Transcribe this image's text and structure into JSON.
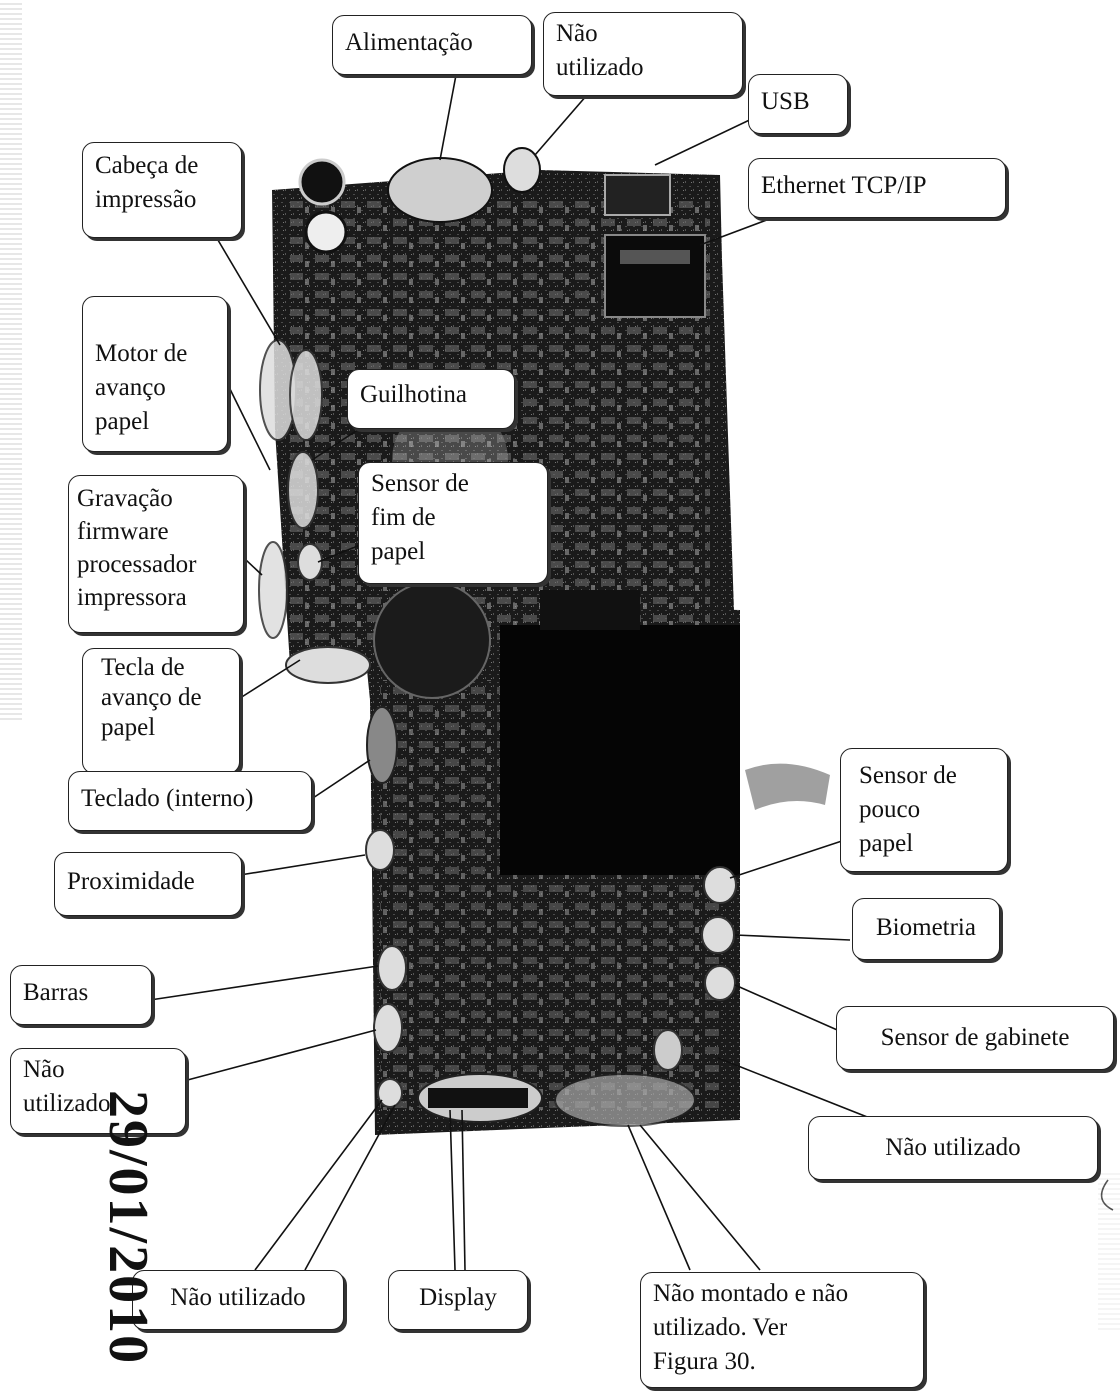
{
  "figure": {
    "date_stamp": "29/01/2010",
    "labels": {
      "alimentacao": "Alimentação",
      "nao_utilizado_top": "Não\nutilizado",
      "usb": "USB",
      "ethernet": "Ethernet TCP/IP",
      "cabeca": "Cabeça de\nimpressão",
      "motor": "Motor de\navanço\npapel",
      "guilhotina": "Guilhotina",
      "sensor_fim": "Sensor de\nfim de\npapel",
      "gravacao": "Gravação\nfirmware\nprocessador\nimpressora",
      "tecla": "Tecla de\navanço de\npapel",
      "teclado": "Teclado (interno)",
      "proximidade": "Proximidade",
      "barras": "Barras",
      "nao_utilizado_left": "Não\nutilizado",
      "nao_utilizado_bottom": "Não utilizado",
      "display": "Display",
      "nao_montado": "Não montado e não\nutilizado. Ver\nFigura 30.",
      "sensor_pouco": "Sensor de\npouco\npapel",
      "biometria": "Biometria",
      "sensor_gabinete": "Sensor de gabinete",
      "nao_utilizado_right": "Não utilizado"
    }
  }
}
